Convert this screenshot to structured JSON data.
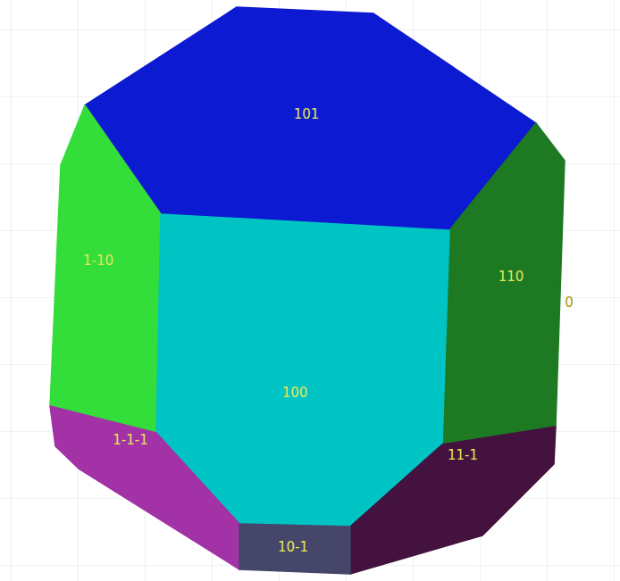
{
  "diagram": {
    "nodes": [
      {
        "text": [
          "101"
        ]
      },
      {
        "text": [
          "1-10"
        ]
      },
      {
        "text": [
          "110"
        ]
      },
      {
        "text": [
          "100"
        ]
      },
      {
        "text": [
          "1-1-1"
        ]
      },
      {
        "text": [
          "11-1"
        ]
      },
      {
        "text": [
          "10-1"
        ]
      }
    ],
    "labels": [
      "0"
    ]
  }
}
